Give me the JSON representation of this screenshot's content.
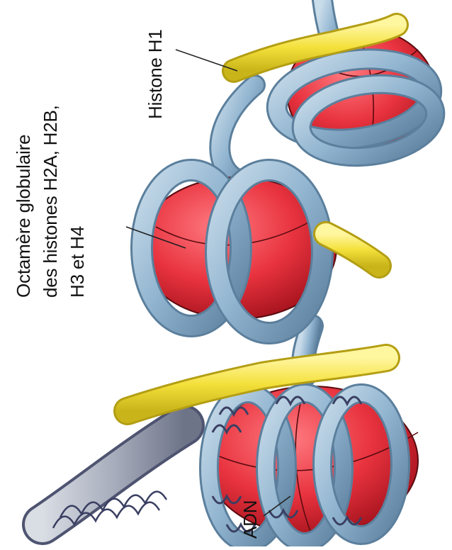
{
  "labels": {
    "histone_h1": "Histone H1",
    "octamere_line1": "Octamère globulaire",
    "octamere_line2": "des histones H2A, H2B,",
    "octamere_line3": "H3 et H4",
    "adn": "ADN"
  },
  "colors": {
    "histone_core": "#e8333f",
    "dna_coil": "#8fb3cf",
    "linker_h1": "#f4e03a",
    "dna_helix": "#3a3f62"
  }
}
